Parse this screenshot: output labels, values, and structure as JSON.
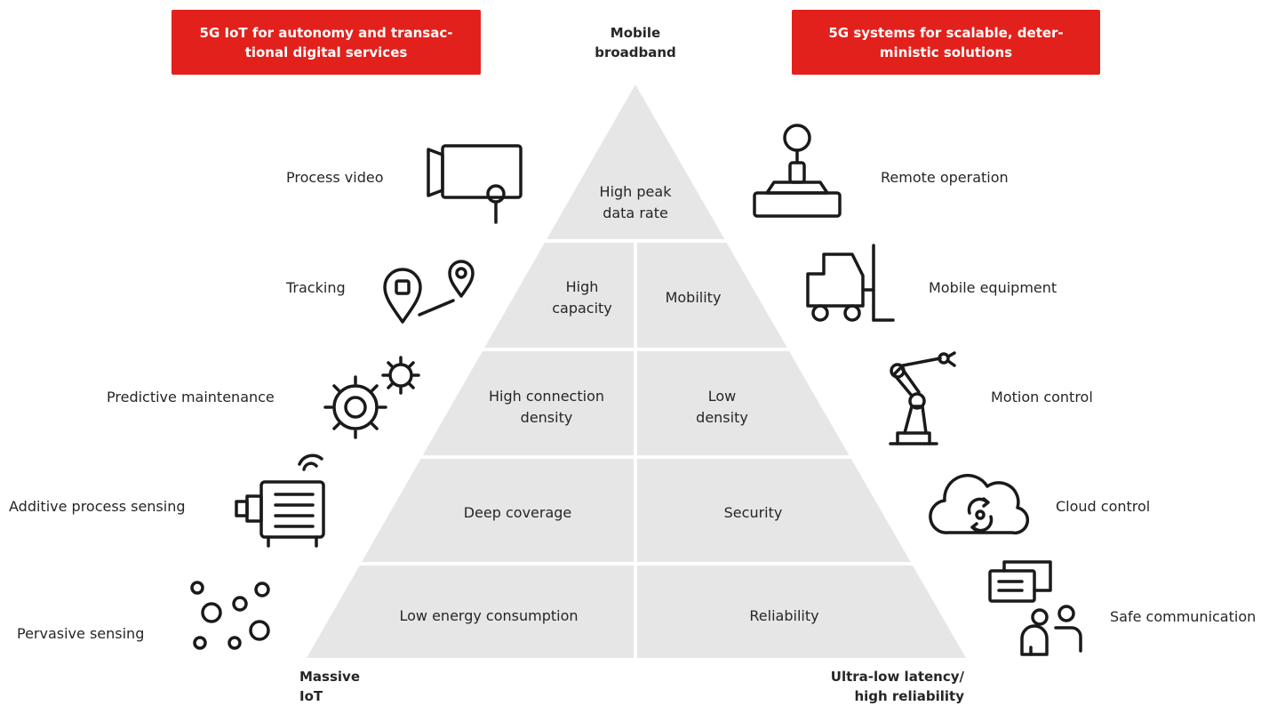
{
  "banners": {
    "left": {
      "line1": "5G IoT for autonomy and transac-",
      "line2": "tional digital services"
    },
    "right": {
      "line1": "5G systems for scalable, deter-",
      "line2": "ministic solutions"
    }
  },
  "apex_label": {
    "line1": "Mobile",
    "line2": "broadband"
  },
  "corner_left": {
    "line1": "Massive",
    "line2": "IoT"
  },
  "corner_right": {
    "line1": "Ultra-low latency/",
    "line2": "high reliability"
  },
  "pyramid": {
    "fill_color": "#e6e6e6",
    "divider_color": "#ffffff",
    "cells": {
      "apex": {
        "line1": "High peak",
        "line2": "data rate"
      },
      "row2_left": {
        "line1": "High",
        "line2": "capacity"
      },
      "row2_right": {
        "line1": "Mobility"
      },
      "row3_left": {
        "line1": "High connection",
        "line2": "density"
      },
      "row3_right": {
        "line1": "Low",
        "line2": "density"
      },
      "row4_left": {
        "line1": "Deep coverage"
      },
      "row4_right": {
        "line1": "Security"
      },
      "row5_left": {
        "line1": "Low energy consumption"
      },
      "row5_right": {
        "line1": "Reliability"
      }
    }
  },
  "left_applications": [
    {
      "label": "Process video",
      "icon": "video-camera-icon"
    },
    {
      "label": "Tracking",
      "icon": "location-pins-icon"
    },
    {
      "label": "Predictive maintenance",
      "icon": "gears-icon"
    },
    {
      "label": "Additive process sensing",
      "icon": "motor-sensor-icon"
    },
    {
      "label": "Pervasive sensing",
      "icon": "sensor-dots-icon"
    }
  ],
  "right_applications": [
    {
      "label": "Remote operation",
      "icon": "joystick-icon"
    },
    {
      "label": "Mobile equipment",
      "icon": "forklift-icon"
    },
    {
      "label": "Motion control",
      "icon": "robot-arm-icon"
    },
    {
      "label": "Cloud control",
      "icon": "cloud-sync-icon"
    },
    {
      "label": "Safe communication",
      "icon": "people-chat-icon"
    }
  ],
  "colors": {
    "banner": "#e2211c",
    "pyramid": "#e6e6e6",
    "text": "#262626"
  }
}
